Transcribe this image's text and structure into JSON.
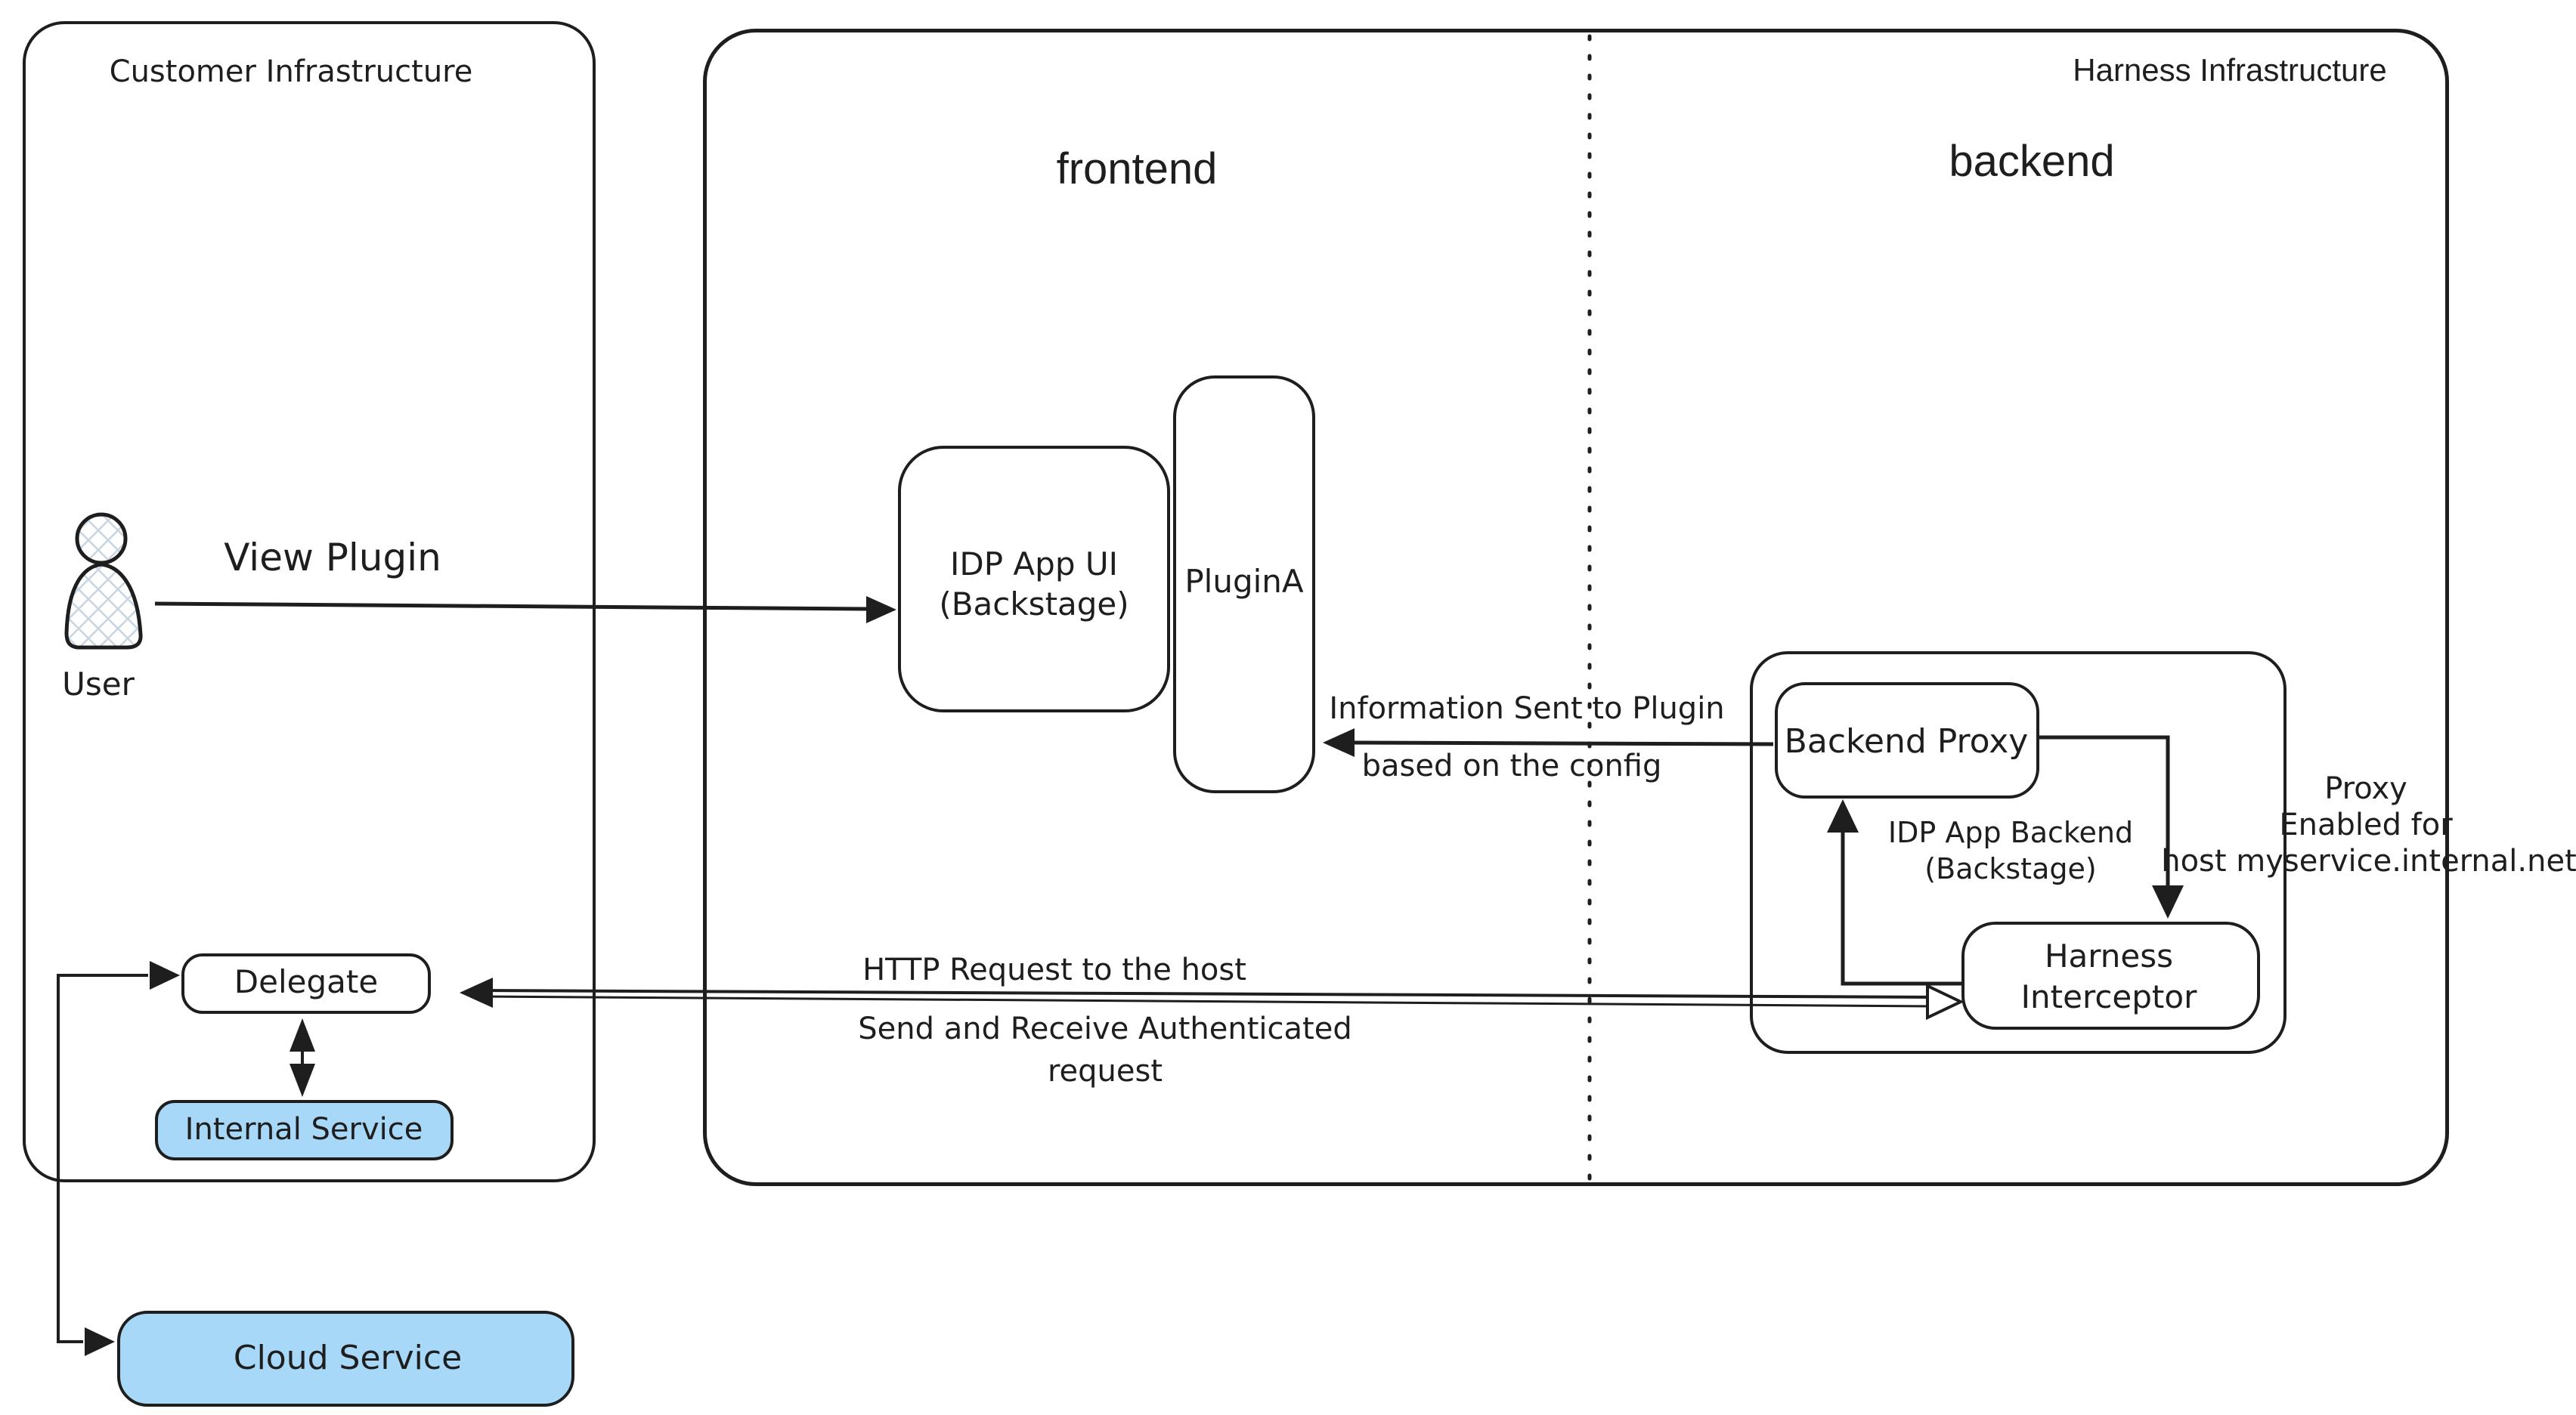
{
  "containers": {
    "customer": {
      "label": "Customer Infrastructure"
    },
    "harness": {
      "label": "Harness Infrastructure"
    },
    "frontend_zone": {
      "label": "frontend"
    },
    "backend_zone": {
      "label": "backend"
    },
    "idp_app_backend": {
      "line1": "IDP App Backend",
      "line2": "(Backstage)"
    }
  },
  "nodes": {
    "user": {
      "label": "User"
    },
    "idp_app_ui": {
      "line1": "IDP App UI",
      "line2": "(Backstage)"
    },
    "plugin_a": {
      "label": "PluginA"
    },
    "backend_proxy": {
      "label": "Backend Proxy"
    },
    "harness_interceptor": {
      "line1": "Harness",
      "line2": "Interceptor"
    },
    "delegate": {
      "label": "Delegate"
    },
    "internal_service": {
      "label": "Internal Service"
    },
    "cloud_service": {
      "label": "Cloud Service"
    }
  },
  "edges": {
    "view_plugin": {
      "label": "View Plugin"
    },
    "info_sent": {
      "line1": "Information Sent to Plugin",
      "line2": "based on the config"
    },
    "http_request": {
      "label": "HTTP Request to the host"
    },
    "auth_request": {
      "line1": "Send and Receive Authenticated",
      "line2": "request"
    },
    "proxy_enabled": {
      "line1": "Proxy",
      "line2": "Enabled for",
      "line3": "host myservice.internal.net"
    }
  },
  "colors": {
    "stroke": "#1e1e1e",
    "service_fill": "#a8d8f8",
    "hatch": "#c9d6e2",
    "background": "#ffffff"
  }
}
